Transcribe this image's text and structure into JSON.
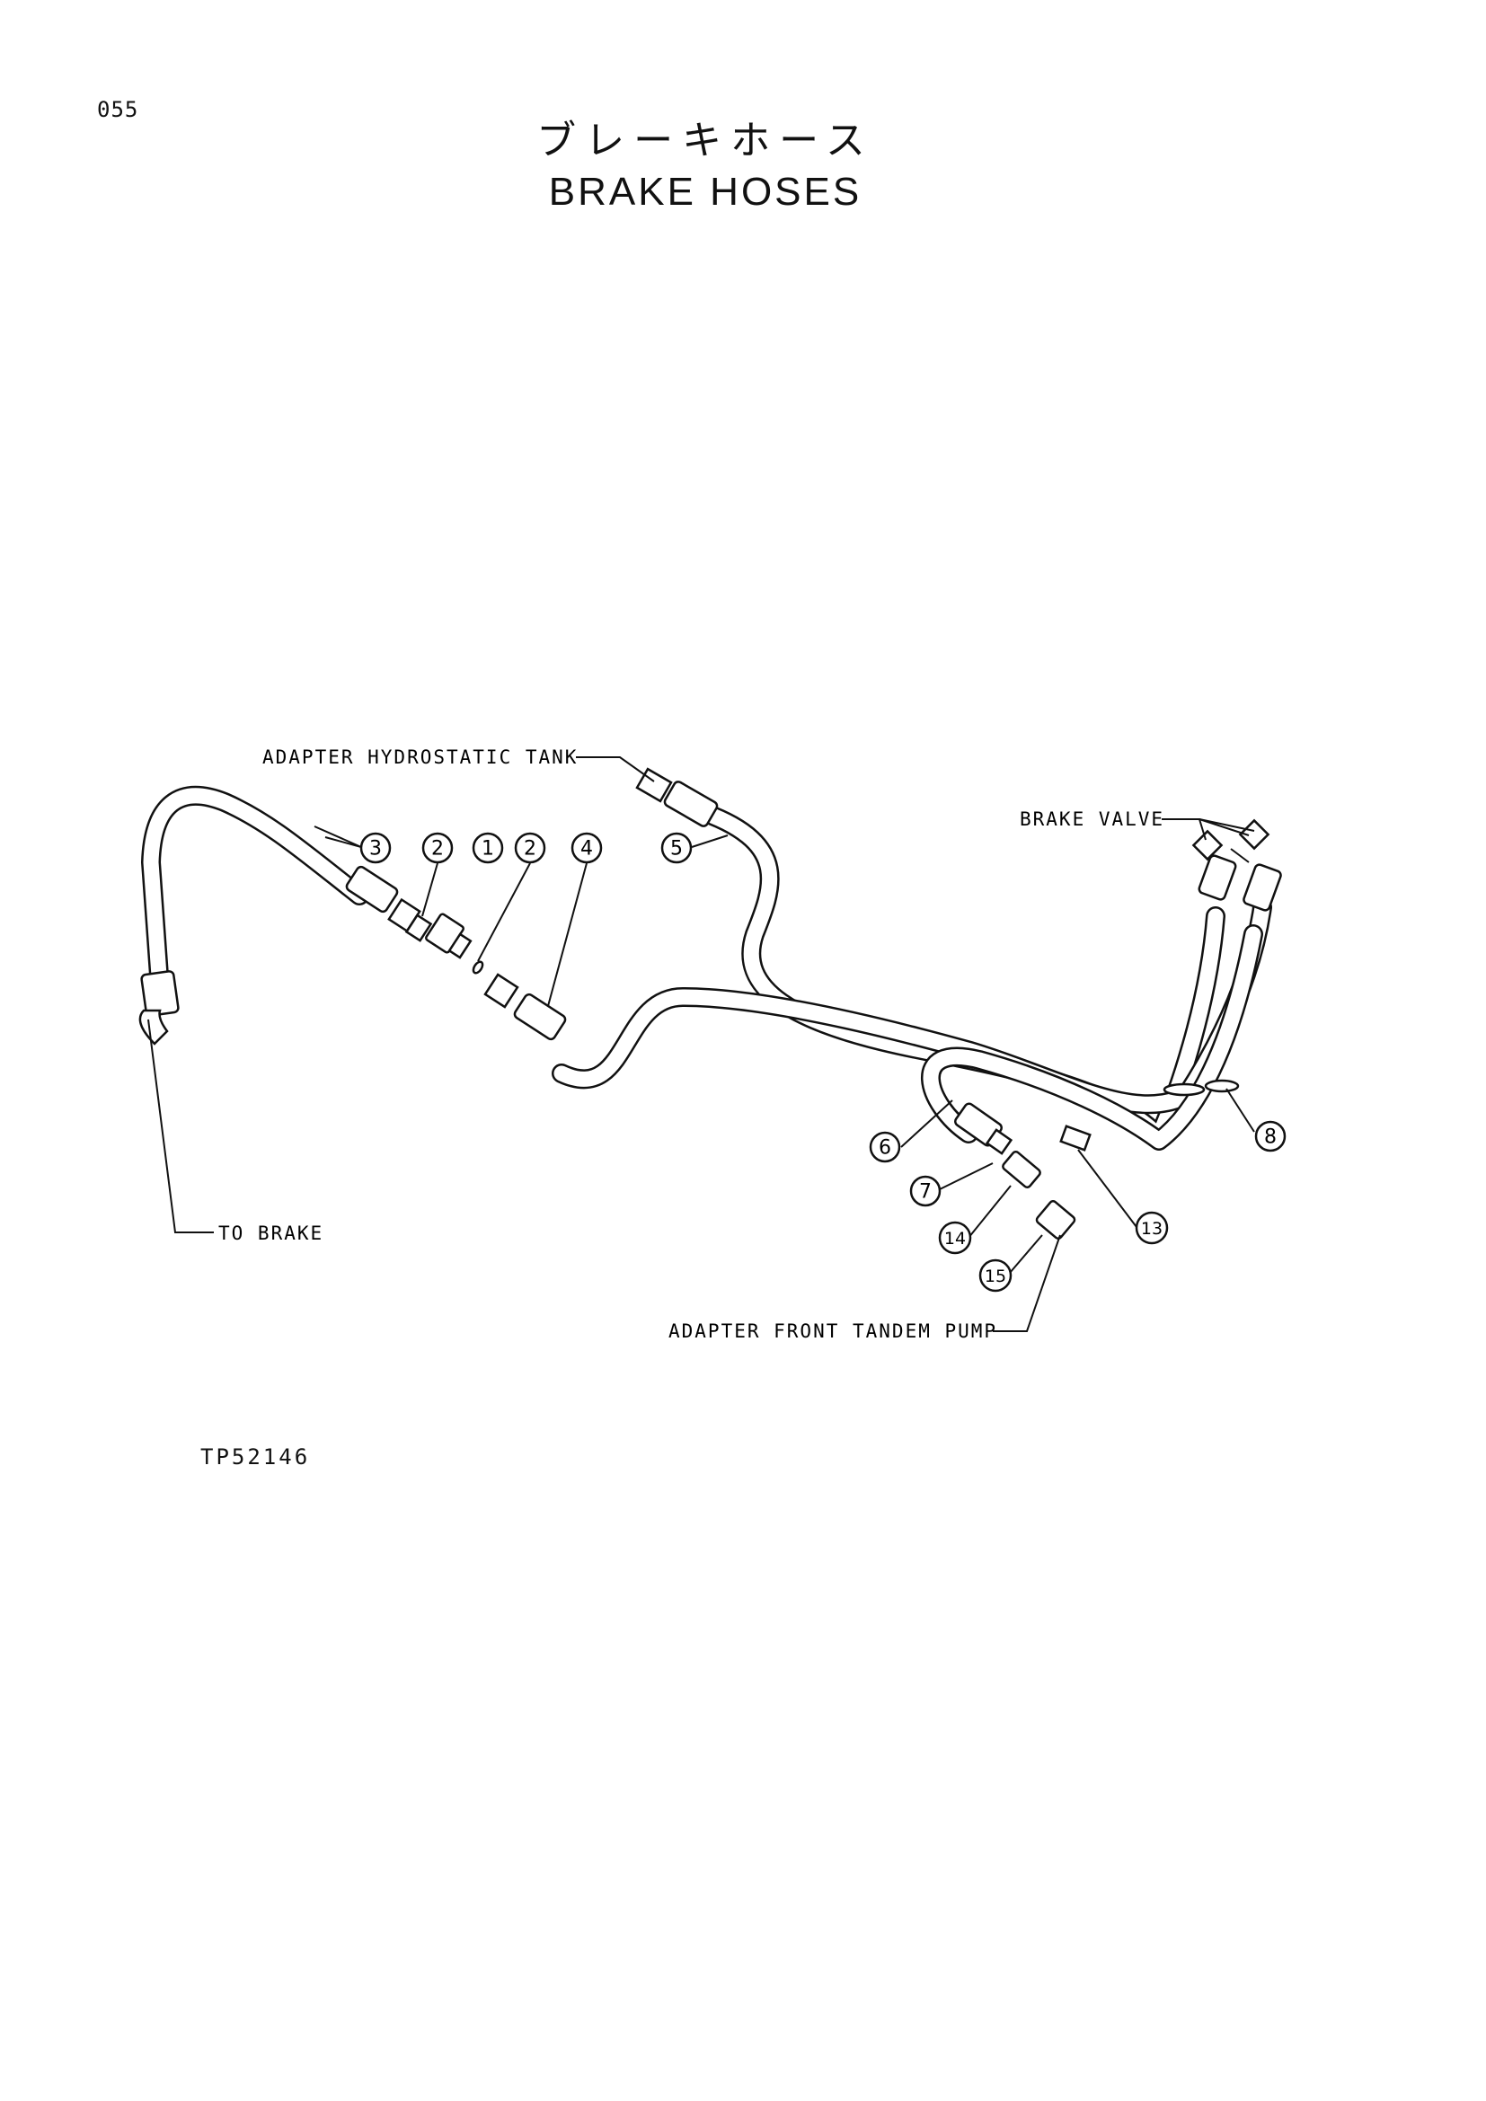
{
  "page": {
    "number": "055",
    "title_jp": "ブレーキホース",
    "title_en": "BRAKE HOSES",
    "drawing_code": "TP52146"
  },
  "labels": {
    "adapter_tank": "ADAPTER HYDROSTATIC TANK",
    "brake_valve": "BRAKE VALVE",
    "to_brake": "TO BRAKE",
    "adapter_pump": "ADAPTER FRONT TANDEM PUMP"
  },
  "callouts": [
    "3",
    "2",
    "1",
    "2",
    "4",
    "5",
    "6",
    "7",
    "8",
    "13",
    "14",
    "15"
  ]
}
